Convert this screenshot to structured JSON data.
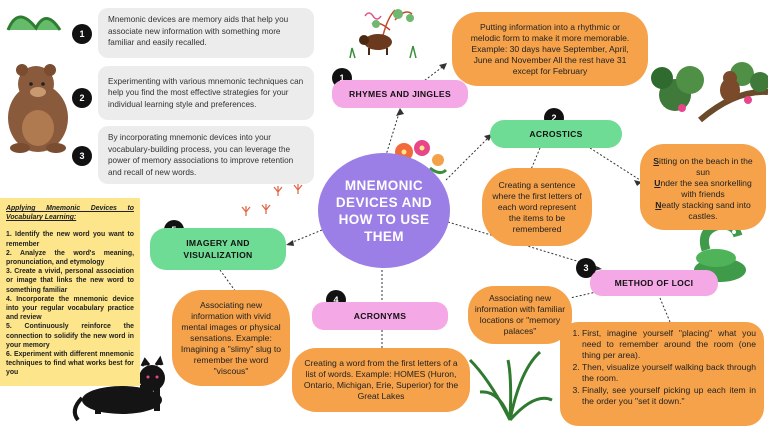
{
  "center_title": "MNEMONIC DEVICES AND HOW TO USE THEM",
  "intro": [
    {
      "num": "1",
      "text": "Mnemonic devices are memory aids that help you associate new information with something more familiar and easily recalled."
    },
    {
      "num": "2",
      "text": "Experimenting with various mnemonic techniques can help you find the most effective strategies for your individual learning style and preferences."
    },
    {
      "num": "3",
      "text": "By incorporating mnemonic devices into your vocabulary-building process, you can leverage the power of memory associations to improve retention and recall of new words."
    }
  ],
  "branches": {
    "rhymes": {
      "num": "1",
      "label": "RHYMES AND JINGLES",
      "desc": "Putting information into a rhythmic or melodic form to make it more memorable. Example: 30 days have September, April, June and November All the rest have 31 except for February"
    },
    "acrostics": {
      "num": "2",
      "label": "ACROSTICS",
      "desc": "Creating a sentence where the first letters of each word represent the items to be remembered",
      "example": [
        {
          "initial": "S",
          "rest": "itting on the beach in the sun"
        },
        {
          "initial": "U",
          "rest": "nder the sea snorkelling with friends"
        },
        {
          "initial": "N",
          "rest": "eatly stacking sand into castles."
        }
      ]
    },
    "loci": {
      "num": "3",
      "label": "METHOD OF LOCI",
      "desc": "Associating new information with familiar locations or \"memory palaces\"",
      "steps": [
        "First, imagine yourself \"placing\" what you need to remember around the room (one thing per area).",
        "Then, visualize yourself walking back through the room.",
        "Finally, see yourself picking up each item in the order you \"set it down.\""
      ]
    },
    "acronyms": {
      "num": "4",
      "label": "ACRONYMS",
      "desc": "Creating a word from the first letters of a list of words. Example: HOMES (Huron, Ontario, Michigan, Erie, Superior) for the Great Lakes"
    },
    "imagery": {
      "num": "5",
      "label": "IMAGERY AND VISUALIZATION",
      "desc": "Associating new information with vivid mental images or physical sensations. Example: Imagining a \"slimy\" slug to remember the word \"viscous\""
    }
  },
  "vocab": {
    "title": "Applying Mnemonic Devices to Vocabulary Learning:",
    "items": [
      "1. Identify the new word you want to remember",
      "2. Analyze the word's meaning, pronunciation, and etymology",
      "3. Create a vivid, personal association or image that links the new word to something familiar",
      "4. Incorporate the mnemonic device into your regular vocabulary practice and review",
      "5. Continuously reinforce the connection to solidify the new word in your memory",
      "6. Experiment with different mnemonic techniques to find what works best for you"
    ]
  },
  "colors": {
    "center": "#9b7fe6",
    "orange": "#f6a24a",
    "pink": "#f4a8e6",
    "green": "#6fdc96",
    "yellow": "#fce58a",
    "gray": "#ececec"
  }
}
